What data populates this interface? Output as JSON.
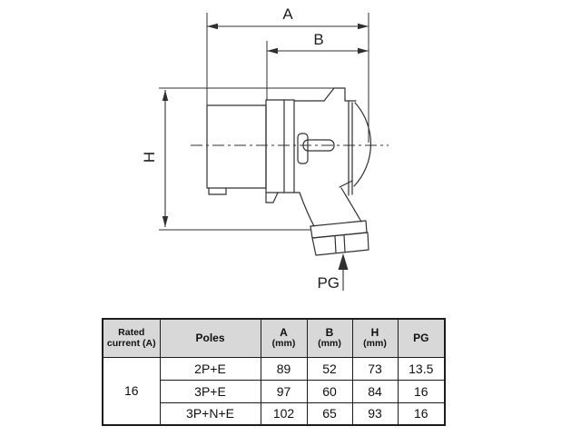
{
  "diagram": {
    "dim_a_label": "A",
    "dim_b_label": "B",
    "dim_h_label": "H",
    "gland_label": "PG",
    "line_color": "#303030"
  },
  "table": {
    "headers": {
      "rated_current": "Rated current (A)",
      "poles": "Poles",
      "col_a": {
        "label": "A",
        "unit": "(mm)"
      },
      "col_b": {
        "label": "B",
        "unit": "(mm)"
      },
      "col_h": {
        "label": "H",
        "unit": "(mm)"
      },
      "pg": "PG"
    },
    "rated_current_value": "16",
    "rows": [
      {
        "poles": "2P+E",
        "a_mm": "89",
        "b_mm": "52",
        "h_mm": "73",
        "pg": "13.5"
      },
      {
        "poles": "3P+E",
        "a_mm": "97",
        "b_mm": "60",
        "h_mm": "84",
        "pg": "16"
      },
      {
        "poles": "3P+N+E",
        "a_mm": "102",
        "b_mm": "65",
        "h_mm": "93",
        "pg": "16"
      }
    ]
  }
}
